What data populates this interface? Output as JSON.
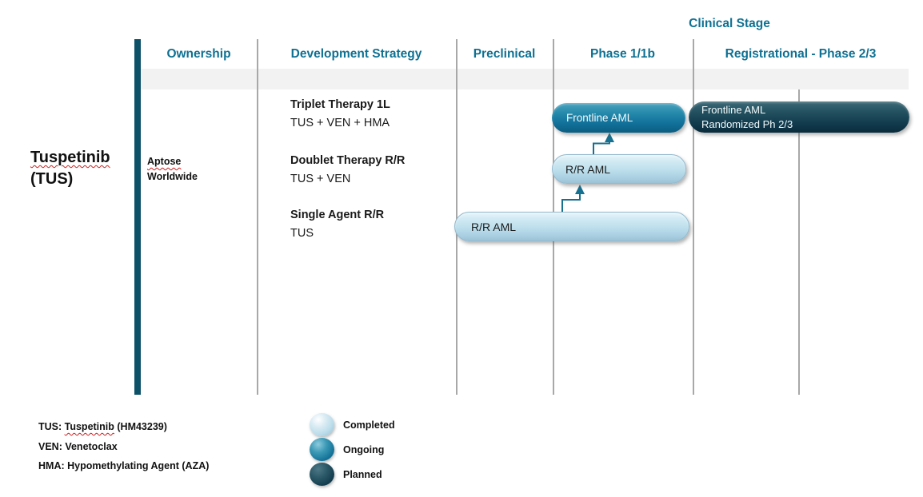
{
  "header": {
    "clinical_stage_label": "Clinical Stage",
    "columns": [
      "Ownership",
      "Development Strategy",
      "Preclinical",
      "Phase 1/1b",
      "Registrational - Phase 2/3"
    ]
  },
  "program": {
    "name": "Tuspetinib",
    "code": "(TUS)",
    "ownership_line1": "Aptose",
    "ownership_line2": "Worldwide"
  },
  "strategies": [
    {
      "title": "Triplet Therapy 1L",
      "subtitle": "TUS + VEN + HMA"
    },
    {
      "title": "Doublet Therapy R/R",
      "subtitle": "TUS + VEN"
    },
    {
      "title": "Single Agent R/R",
      "subtitle": "TUS"
    }
  ],
  "pills": {
    "frontline_ongoing": {
      "label": "Frontline AML",
      "status": "Ongoing",
      "stage": "Phase 1/1b"
    },
    "frontline_planned": {
      "line1": "Frontline AML",
      "line2": "Randomized Ph 2/3",
      "status": "Planned",
      "stage": "Registrational - Phase 2/3"
    },
    "doublet_completed": {
      "label": "R/R AML",
      "status": "Completed",
      "stage": "Phase 1/1b"
    },
    "single_completed": {
      "label": "R/R AML",
      "status": "Completed",
      "stage": "Preclinical to Phase 1/1b"
    }
  },
  "legend": {
    "items": [
      {
        "label": "Completed",
        "color": "#b9dcea"
      },
      {
        "label": "Ongoing",
        "color": "#15749a"
      },
      {
        "label": "Planned",
        "color": "#123c4e"
      }
    ]
  },
  "footnotes": {
    "tus": {
      "prefix": "TUS: ",
      "term": "Tuspetinib",
      "suffix": " (HM43239)"
    },
    "ven": "VEN: Venetoclax",
    "hma": "HMA: Hypomethylating Agent (AZA)"
  },
  "colors": {
    "header_teal": "#0e7092",
    "accent_bar": "#0d5169",
    "gridline": "#a8a8a8",
    "header_band": "#f2f2f2",
    "status_completed": "#b9dcea",
    "status_ongoing": "#15749a",
    "status_planned": "#123c4e",
    "arrow": "#16708f"
  }
}
